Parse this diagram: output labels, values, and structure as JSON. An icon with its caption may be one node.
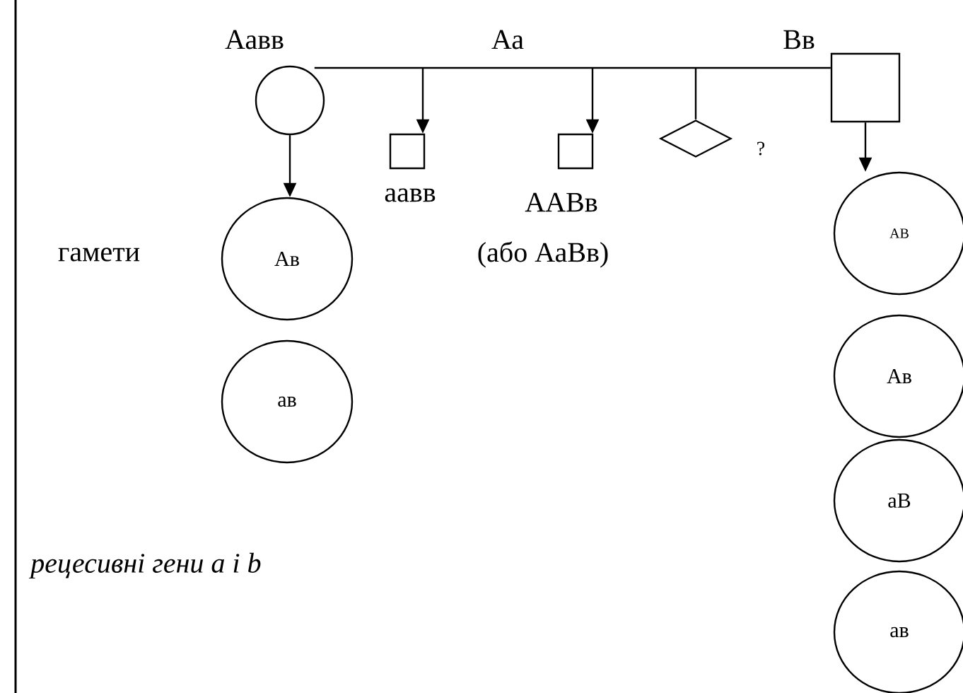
{
  "diagram": {
    "nodes": [
      {
        "text": [],
        "shape": "circle",
        "beside": [
          "Аавв"
        ]
      },
      {
        "text": [],
        "shape": "box"
      },
      {
        "text": [],
        "shape": "box",
        "beside": [
          "аавв"
        ]
      },
      {
        "text": [],
        "shape": "box",
        "beside": [
          "ААВв",
          "(або АаВв)"
        ]
      },
      {
        "text": [],
        "shape": "diamond",
        "beside": [
          "?"
        ]
      },
      {
        "text": [
          "Ав"
        ]
      },
      {
        "text": [
          "ав"
        ]
      },
      {
        "text": [
          "АВ"
        ]
      },
      {
        "text": [
          "Ав"
        ]
      },
      {
        "text": [
          "аВ"
        ]
      },
      {
        "text": [
          "ав"
        ]
      }
    ],
    "edges": [
      {
        "from": 0,
        "to": 1,
        "arrow": "none"
      },
      {
        "from": null,
        "to": 2,
        "arrow": "to"
      },
      {
        "from": null,
        "to": 3,
        "arrow": "to"
      },
      {
        "from": null,
        "to": 4,
        "arrow": "none"
      },
      {
        "from": 0,
        "to": 5,
        "arrow": "to"
      },
      {
        "from": 1,
        "to": 7,
        "arrow": "to"
      }
    ],
    "labels": [
      "Аа",
      "Вв",
      "гамети",
      "рецесивні гени a і b"
    ]
  }
}
